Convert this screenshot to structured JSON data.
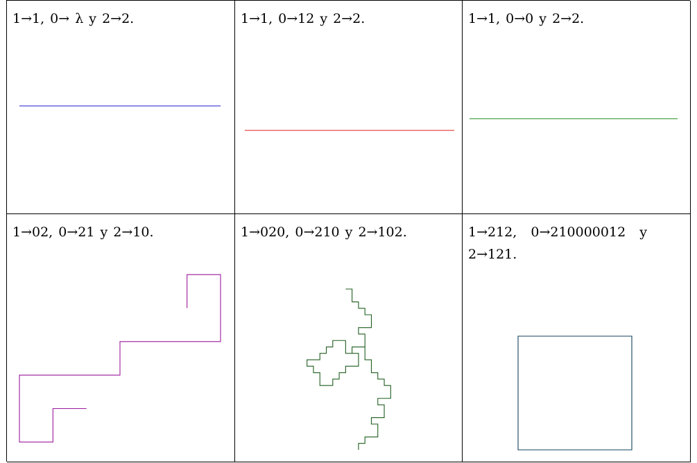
{
  "cells": [
    {
      "caption": "1→1, 0→ λ y 2→2.",
      "color": "#1a1acf",
      "rules": {
        "0": "",
        "1": "1",
        "2": "2"
      },
      "iterations": 4
    },
    {
      "caption": "1→1, 0→12 y 2→2.",
      "color": "#e01f1f",
      "rules": {
        "0": "12",
        "1": "1",
        "2": "2"
      },
      "iterations": 4
    },
    {
      "caption": "1→1, 0→0 y 2→2.",
      "color": "#1b8a1b",
      "rules": {
        "0": "0",
        "1": "1",
        "2": "2"
      },
      "iterations": 4
    },
    {
      "caption": "1→02, 0→21 y 2→10.",
      "color": "#9a1a9a",
      "rules": {
        "0": "21",
        "1": "02",
        "2": "10"
      },
      "iterations": 4
    },
    {
      "caption": "1→020, 0→210 y 2→102.",
      "color": "#1f5e1f",
      "rules": {
        "0": "210",
        "1": "020",
        "2": "102"
      },
      "iterations": 4
    },
    {
      "caption": "1→212, 0→210000012 y 2→121.",
      "color": "#12405a",
      "rules": {
        "0": "210000012",
        "1": "212",
        "2": "121"
      },
      "iterations": 4
    }
  ]
}
